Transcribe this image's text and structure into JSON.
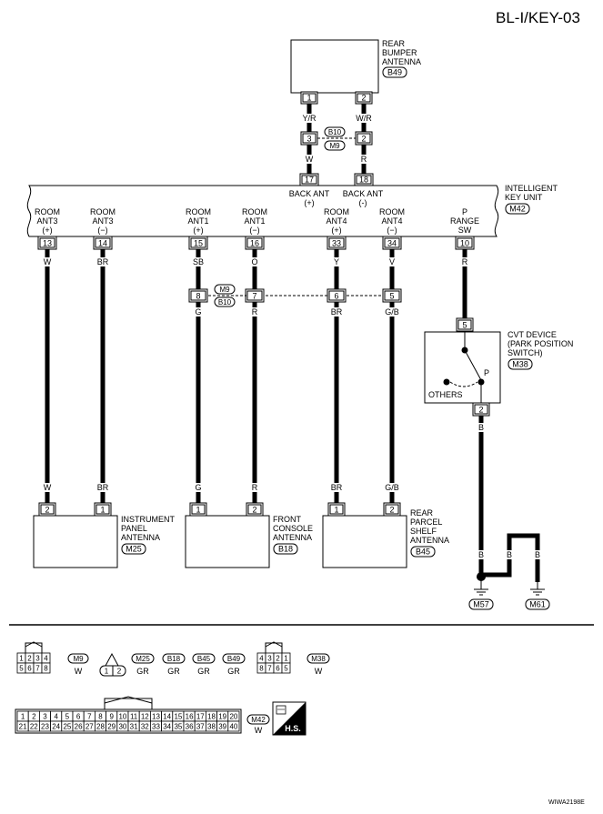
{
  "page_title": "BL-I/KEY-03",
  "reference_code": "WIWA2198E",
  "components": {
    "rear_bumper_antenna": {
      "name_lines": [
        "REAR",
        "BUMPER",
        "ANTENNA"
      ],
      "connector": "B49"
    },
    "intelligent_key_unit": {
      "name_lines": [
        "INTELLIGENT",
        "KEY UNIT"
      ],
      "connector": "M42"
    },
    "cvt_device": {
      "name_lines": [
        "CVT DEVICE",
        "(PARK POSITION",
        "SWITCH)"
      ],
      "connector": "M38",
      "p_label": "P",
      "others_label": "OTHERS"
    },
    "instrument_panel_antenna": {
      "name_lines": [
        "INSTRUMENT",
        "PANEL",
        "ANTENNA"
      ],
      "connector": "M25"
    },
    "front_console_antenna": {
      "name_lines": [
        "FRONT",
        "CONSOLE",
        "ANTENNA"
      ],
      "connector": "B18"
    },
    "rear_parcel_shelf_antenna": {
      "name_lines": [
        "REAR",
        "PARCEL",
        "SHELF",
        "ANTENNA"
      ],
      "connector": "B45"
    }
  },
  "top_branch": {
    "antenna_pins": [
      "1",
      "2"
    ],
    "antenna_colors": [
      "Y/R",
      "W/R"
    ],
    "joint_connectors": [
      "B10",
      "M9"
    ],
    "joint_pins": [
      "3",
      "2"
    ],
    "unit_colors": [
      "W",
      "R"
    ],
    "unit_pins": [
      "17",
      "18"
    ],
    "unit_pin_labels": [
      [
        "BACK ANT",
        "(+)"
      ],
      [
        "BACK ANT",
        "(-)"
      ]
    ]
  },
  "unit_terminals": [
    {
      "label_lines": [
        "ROOM",
        "ANT3",
        "(+)"
      ],
      "pin": "13",
      "color": "W"
    },
    {
      "label_lines": [
        "ROOM",
        "ANT3",
        "(−)"
      ],
      "pin": "14",
      "color": "BR"
    },
    {
      "label_lines": [
        "ROOM",
        "ANT1",
        "(+)"
      ],
      "pin": "15",
      "color": "SB"
    },
    {
      "label_lines": [
        "ROOM",
        "ANT1",
        "(−)"
      ],
      "pin": "16",
      "color": "O"
    },
    {
      "label_lines": [
        "ROOM",
        "ANT4",
        "(+)"
      ],
      "pin": "33",
      "color": "Y"
    },
    {
      "label_lines": [
        "ROOM",
        "ANT4",
        "(−)"
      ],
      "pin": "34",
      "color": "V"
    },
    {
      "label_lines": [
        "P",
        "RANGE",
        "SW"
      ],
      "pin": "10",
      "color": "R"
    }
  ],
  "middle_joint": {
    "connectors": [
      "M9",
      "B10"
    ],
    "pins": [
      "8",
      "7",
      "6",
      "5"
    ],
    "lower_colors": [
      "G",
      "R",
      "BR",
      "G/B"
    ]
  },
  "antenna_pins": {
    "instrument": {
      "colors": [
        "W",
        "BR"
      ],
      "pins": [
        "2",
        "1"
      ]
    },
    "front_console": {
      "colors": [
        "G",
        "R"
      ],
      "pins": [
        "1",
        "2"
      ]
    },
    "rear_parcel": {
      "colors": [
        "BR",
        "G/B"
      ],
      "pins": [
        "1",
        "2"
      ]
    }
  },
  "cvt": {
    "upper_pin": "5",
    "lower_pin": "2",
    "lower_color": "B"
  },
  "ground": {
    "colors": [
      "B",
      "B",
      "B"
    ],
    "labels": [
      "M57",
      "M61"
    ]
  },
  "legend": {
    "m9_pins": [
      "1",
      "2",
      "3",
      "4",
      "5",
      "6",
      "7",
      "8"
    ],
    "m9_tag": "M9",
    "m9_color": "W",
    "small_pins": [
      "1",
      "2"
    ],
    "small_tags": [
      "M25",
      "B18",
      "B45",
      "B49"
    ],
    "small_colors": [
      "GR",
      "GR",
      "GR",
      "GR"
    ],
    "m38_pins": [
      "4",
      "3",
      "2",
      "1",
      "8",
      "7",
      "6",
      "5"
    ],
    "m38_tag": "M38",
    "m38_color": "W",
    "m42_top_pins": [
      "1",
      "2",
      "3",
      "4",
      "5",
      "6",
      "7",
      "8",
      "9",
      "10",
      "11",
      "12",
      "13",
      "14",
      "15",
      "16",
      "17",
      "18",
      "19",
      "20"
    ],
    "m42_bottom_pins": [
      "21",
      "22",
      "23",
      "24",
      "25",
      "26",
      "27",
      "28",
      "29",
      "30",
      "31",
      "32",
      "33",
      "34",
      "35",
      "36",
      "37",
      "38",
      "39",
      "40"
    ],
    "m42_tag": "M42",
    "m42_color": "W",
    "hs_label": "H.S."
  }
}
